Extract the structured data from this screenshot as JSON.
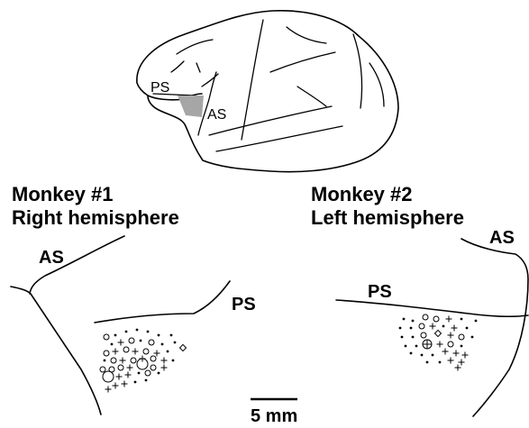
{
  "colors": {
    "ink": "#000000",
    "background": "#ffffff",
    "highlight": "#a6a6a6"
  },
  "brain": {
    "label_ps": "PS",
    "label_as": "AS"
  },
  "monkey1": {
    "title_line1": "Monkey #1",
    "title_line2": "Right hemisphere",
    "label_as": "AS",
    "label_ps": "PS"
  },
  "monkey2": {
    "title_line1": "Monkey #2",
    "title_line2": "Left hemisphere",
    "label_as": "AS",
    "label_ps": "PS"
  },
  "scale_bar": {
    "label": "5 mm"
  }
}
